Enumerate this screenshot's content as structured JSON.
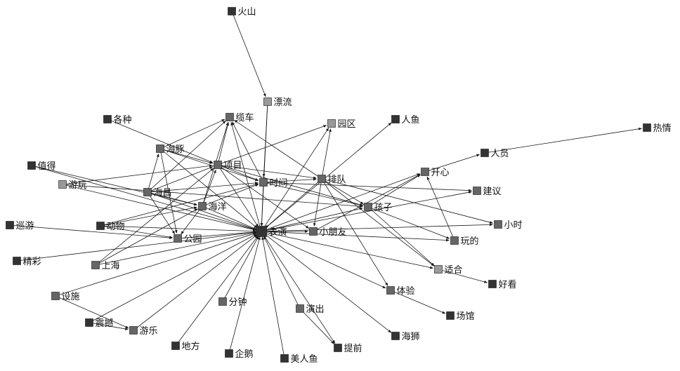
{
  "colors": {
    "node_dark": "#333333",
    "node_mid": "#666666",
    "node_light": "#999999",
    "edge": "#1a1a1a",
    "background": "#ffffff"
  },
  "nodes": [
    {
      "id": "huoshan",
      "label": "火山",
      "shade": "dark"
    },
    {
      "id": "piaoliu",
      "label": "漂流",
      "shade": "light"
    },
    {
      "id": "lanche",
      "label": "缆车",
      "shade": "mid"
    },
    {
      "id": "yuanqu",
      "label": "园区",
      "shade": "light"
    },
    {
      "id": "renyu",
      "label": "人鱼",
      "shade": "dark"
    },
    {
      "id": "gezhong",
      "label": "各种",
      "shade": "dark"
    },
    {
      "id": "haitun",
      "label": "海豚",
      "shade": "mid"
    },
    {
      "id": "rexing",
      "label": "热情",
      "shade": "dark"
    },
    {
      "id": "renyuan",
      "label": "人员",
      "shade": "dark"
    },
    {
      "id": "zhide",
      "label": "值得",
      "shade": "dark"
    },
    {
      "id": "xiangmu",
      "label": "项目",
      "shade": "mid"
    },
    {
      "id": "shijian",
      "label": "时间",
      "shade": "mid"
    },
    {
      "id": "paidui",
      "label": "排队",
      "shade": "mid"
    },
    {
      "id": "kaixin",
      "label": "开心",
      "shade": "mid"
    },
    {
      "id": "youwan",
      "label": "游玩",
      "shade": "light"
    },
    {
      "id": "haichang",
      "label": "海昌",
      "shade": "mid"
    },
    {
      "id": "jianyi",
      "label": "建议",
      "shade": "mid"
    },
    {
      "id": "haiyang",
      "label": "海洋",
      "shade": "mid"
    },
    {
      "id": "haizi",
      "label": "孩子",
      "shade": "mid"
    },
    {
      "id": "xunyou",
      "label": "巡游",
      "shade": "dark"
    },
    {
      "id": "dongwu",
      "label": "动物",
      "shade": "dark"
    },
    {
      "id": "biaoyan",
      "label": "表演",
      "shade": "dark"
    },
    {
      "id": "xiaopengyou",
      "label": "小朋友",
      "shade": "mid"
    },
    {
      "id": "xiaoshi",
      "label": "小时",
      "shade": "mid"
    },
    {
      "id": "gongyuan",
      "label": "公园",
      "shade": "mid"
    },
    {
      "id": "wande",
      "label": "玩的",
      "shade": "mid"
    },
    {
      "id": "jingcai",
      "label": "精彩",
      "shade": "dark"
    },
    {
      "id": "shanghai",
      "label": "上海",
      "shade": "mid"
    },
    {
      "id": "shihe",
      "label": "适合",
      "shade": "light"
    },
    {
      "id": "haokan",
      "label": "好看",
      "shade": "dark"
    },
    {
      "id": "sheshi",
      "label": "设施",
      "shade": "mid"
    },
    {
      "id": "tiyan",
      "label": "体验",
      "shade": "mid"
    },
    {
      "id": "fenzhong",
      "label": "分钟",
      "shade": "mid"
    },
    {
      "id": "yanchu",
      "label": "演出",
      "shade": "mid"
    },
    {
      "id": "changguan",
      "label": "场馆",
      "shade": "dark"
    },
    {
      "id": "zhenhan",
      "label": "震撼",
      "shade": "dark"
    },
    {
      "id": "youle",
      "label": "游乐",
      "shade": "mid"
    },
    {
      "id": "haishi",
      "label": "海狮",
      "shade": "dark"
    },
    {
      "id": "difang",
      "label": "地方",
      "shade": "dark"
    },
    {
      "id": "tiqian",
      "label": "提前",
      "shade": "dark"
    },
    {
      "id": "qie",
      "label": "企鹅",
      "shade": "dark"
    },
    {
      "id": "meirenyu",
      "label": "美人鱼",
      "shade": "dark"
    }
  ],
  "edges": [
    [
      "huoshan",
      "piaoliu"
    ],
    [
      "piaoliu",
      "biaoyan"
    ],
    [
      "piaoliu",
      "shijian"
    ],
    [
      "haitun",
      "lanche"
    ],
    [
      "xiangmu",
      "lanche"
    ],
    [
      "biaoyan",
      "lanche"
    ],
    [
      "paidui",
      "lanche"
    ],
    [
      "biaoyan",
      "yuanqu"
    ],
    [
      "paidui",
      "yuanqu"
    ],
    [
      "xiangmu",
      "yuanqu"
    ],
    [
      "biaoyan",
      "renyu"
    ],
    [
      "gezhong",
      "xiangmu"
    ],
    [
      "haitun",
      "xiangmu"
    ],
    [
      "haitun",
      "biaoyan"
    ],
    [
      "haitun",
      "shijian"
    ],
    [
      "haitun",
      "gongyuan"
    ],
    [
      "renyuan",
      "rexing"
    ],
    [
      "kaixin",
      "renyuan"
    ],
    [
      "zhide",
      "haiyang"
    ],
    [
      "zhide",
      "biaoyan"
    ],
    [
      "youwan",
      "xiangmu"
    ],
    [
      "youwan",
      "biaoyan"
    ],
    [
      "youwan",
      "haizi"
    ],
    [
      "haichang",
      "xiangmu"
    ],
    [
      "haichang",
      "haiyang"
    ],
    [
      "haichang",
      "shijian"
    ],
    [
      "haichang",
      "biaoyan"
    ],
    [
      "haichang",
      "gongyuan"
    ],
    [
      "haichang",
      "lanche"
    ],
    [
      "haichang",
      "haitun"
    ],
    [
      "xiangmu",
      "shijian"
    ],
    [
      "xiangmu",
      "biaoyan"
    ],
    [
      "xiangmu",
      "haizi"
    ],
    [
      "xiangmu",
      "paidui"
    ],
    [
      "xiangmu",
      "xiaopengyou"
    ],
    [
      "shijian",
      "biaoyan"
    ],
    [
      "shijian",
      "paidui"
    ],
    [
      "shijian",
      "haizi"
    ],
    [
      "shijian",
      "lanche"
    ],
    [
      "paidui",
      "biaoyan"
    ],
    [
      "paidui",
      "xiaopengyou"
    ],
    [
      "paidui",
      "xiaoshi"
    ],
    [
      "paidui",
      "shihe"
    ],
    [
      "paidui",
      "tiyan"
    ],
    [
      "paidui",
      "haizi"
    ],
    [
      "biaoyan",
      "kaixin"
    ],
    [
      "haizi",
      "kaixin"
    ],
    [
      "xiaopengyou",
      "kaixin"
    ],
    [
      "wande",
      "kaixin"
    ],
    [
      "biaoyan",
      "jianyi"
    ],
    [
      "shijian",
      "jianyi"
    ],
    [
      "biaoyan",
      "xiaopengyou"
    ],
    [
      "biaoyan",
      "haizi"
    ],
    [
      "biaoyan",
      "wande"
    ],
    [
      "biaoyan",
      "shihe"
    ],
    [
      "biaoyan",
      "xiaoshi"
    ],
    [
      "haizi",
      "wande"
    ],
    [
      "haizi",
      "shihe"
    ],
    [
      "shihe",
      "haokan"
    ],
    [
      "tiyan",
      "changguan"
    ],
    [
      "xunyou",
      "gongyuan"
    ],
    [
      "dongwu",
      "biaoyan"
    ],
    [
      "dongwu",
      "haiyang"
    ],
    [
      "dongwu",
      "gongyuan"
    ],
    [
      "dongwu",
      "shijian"
    ],
    [
      "haiyang",
      "biaoyan"
    ],
    [
      "haiyang",
      "lanche"
    ],
    [
      "haiyang",
      "xiangmu"
    ],
    [
      "haiyang",
      "gongyuan"
    ],
    [
      "haiyang",
      "shijian"
    ],
    [
      "gongyuan",
      "biaoyan"
    ],
    [
      "shanghai",
      "biaoyan"
    ],
    [
      "shanghai",
      "xiangmu"
    ],
    [
      "shanghai",
      "haiyang"
    ],
    [
      "jingcai",
      "biaoyan"
    ],
    [
      "sheshi",
      "youle"
    ],
    [
      "zhenhan",
      "youle"
    ],
    [
      "sheshi",
      "biaoyan"
    ],
    [
      "zhenhan",
      "biaoyan"
    ],
    [
      "youle",
      "biaoyan"
    ],
    [
      "difang",
      "biaoyan"
    ],
    [
      "qie",
      "biaoyan"
    ],
    [
      "meirenyu",
      "biaoyan"
    ],
    [
      "fenzhong",
      "biaoyan"
    ],
    [
      "yanchu",
      "biaoyan"
    ],
    [
      "yanchu",
      "tiqian"
    ],
    [
      "biaoyan",
      "tiyan"
    ],
    [
      "biaoyan",
      "haishi"
    ],
    [
      "biaoyan",
      "tiqian"
    ]
  ]
}
